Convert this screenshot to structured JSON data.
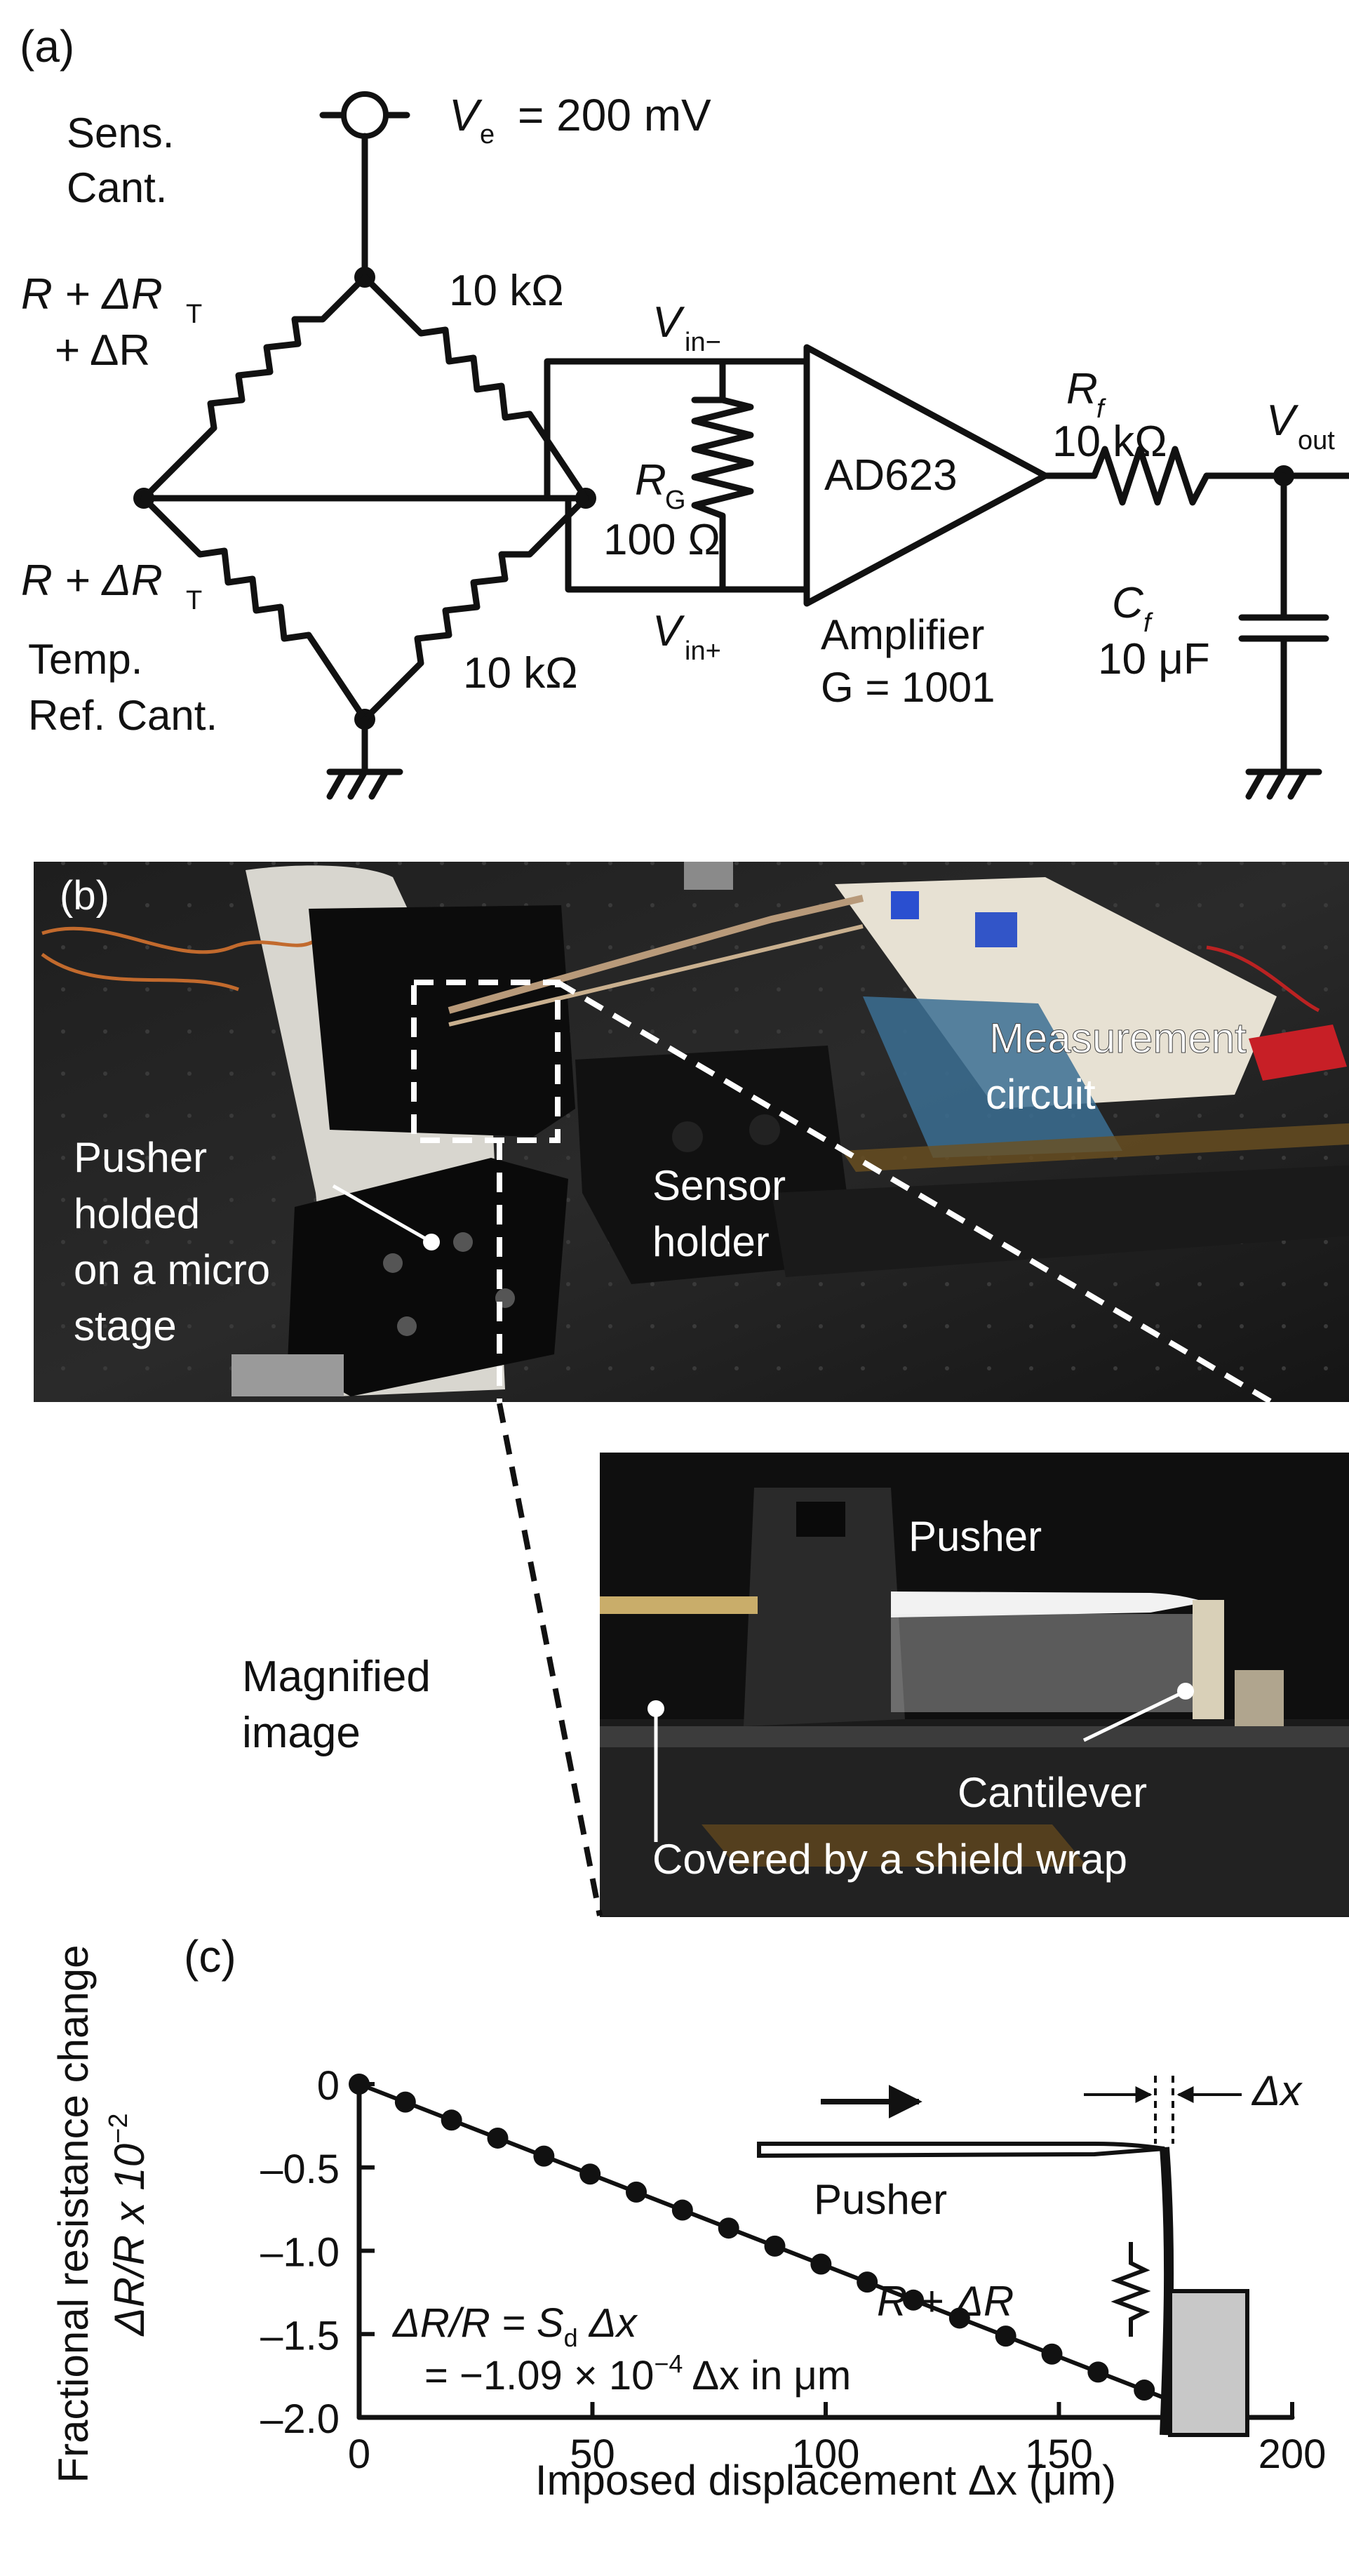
{
  "panel_a": {
    "label": "(a)",
    "ve_sym": "V",
    "ve_sub": "e",
    "ve_val": "= 200 mV",
    "sens_line1": "Sens.",
    "sens_line2": "Cant.",
    "sens_r_line1": "R + ΔR",
    "sens_r_sub": "T",
    "sens_r_line2": "+ ΔR",
    "r_top": "10 kΩ",
    "r_bottom": "10 kΩ",
    "temp_r": "R + ΔR",
    "temp_r_sub": "T",
    "temp_line1": "Temp.",
    "temp_line2": "Ref. Cant.",
    "vin_minus_sym": "V",
    "vin_minus_sub": "in−",
    "vin_plus_sym": "V",
    "vin_plus_sub": "in+",
    "rg_sym": "R",
    "rg_sub": "G",
    "rg_val": "100 Ω",
    "amp_chip": "AD623",
    "amp_line1": "Amplifier",
    "amp_line2": "G = 1001",
    "rf_sym": "R",
    "rf_sub": "f",
    "rf_val": "10 kΩ",
    "cf_sym": "C",
    "cf_sub": "f",
    "cf_val": "10 μF",
    "vout_sym": "V",
    "vout_sub": "out"
  },
  "panel_b": {
    "label": "(b)",
    "measurement_line1": "Measurement",
    "measurement_line2": "circuit",
    "sensor_line1": "Sensor",
    "sensor_line2": "holder",
    "pusher_line1": "Pusher",
    "pusher_line2": "holded",
    "pusher_line3": "on a micro",
    "pusher_line4": "stage",
    "inset_pusher": "Pusher",
    "inset_cantilever": "Cantilever",
    "inset_shield": "Covered by a shield wrap",
    "magnified_line1": "Magnified",
    "magnified_line2": "image"
  },
  "panel_c": {
    "label": "(c)",
    "inset_dx": "Δx",
    "inset_pusher": "Pusher",
    "inset_r": "R + ΔR",
    "eq_line1_a": "ΔR/R = S",
    "eq_line1_sub": "d",
    "eq_line1_b": " Δx",
    "eq_line2_a": "= −1.09 × 10",
    "eq_line2_sup": "−4",
    "eq_line2_b": " Δx in μm"
  },
  "chart_data": {
    "type": "scatter",
    "xlabel": "Imposed displacement Δx (μm)",
    "ylabel_line1": "Fractional resistance change",
    "ylabel_line2": "ΔR/R x 10",
    "ylabel_sup": "−2",
    "xlim": [
      0,
      200
    ],
    "ylim": [
      -2.0,
      0
    ],
    "xticks": [
      0,
      50,
      100,
      150,
      200
    ],
    "xtick_labels": [
      "0",
      "50",
      "100",
      "150",
      "200"
    ],
    "yticks": [
      0,
      -0.5,
      -1.0,
      -1.5,
      -2.0
    ],
    "ytick_labels": [
      "0",
      "–0.5",
      "–1.0",
      "–1.5",
      "–2.0"
    ],
    "points": [
      [
        0,
        0
      ],
      [
        9.9,
        -0.108
      ],
      [
        19.8,
        -0.216
      ],
      [
        29.7,
        -0.324
      ],
      [
        39.6,
        -0.432
      ],
      [
        49.5,
        -0.54
      ],
      [
        59.4,
        -0.648
      ],
      [
        69.3,
        -0.756
      ],
      [
        79.2,
        -0.864
      ],
      [
        89.1,
        -0.972
      ],
      [
        99.0,
        -1.08
      ],
      [
        108.9,
        -1.188
      ],
      [
        118.8,
        -1.296
      ],
      [
        128.7,
        -1.404
      ],
      [
        138.6,
        -1.512
      ],
      [
        148.5,
        -1.62
      ],
      [
        158.4,
        -1.728
      ],
      [
        168.3,
        -1.836
      ],
      [
        178.2,
        -1.944
      ]
    ],
    "fit_line": [
      [
        0,
        0
      ],
      [
        178.2,
        -1.944
      ]
    ]
  }
}
